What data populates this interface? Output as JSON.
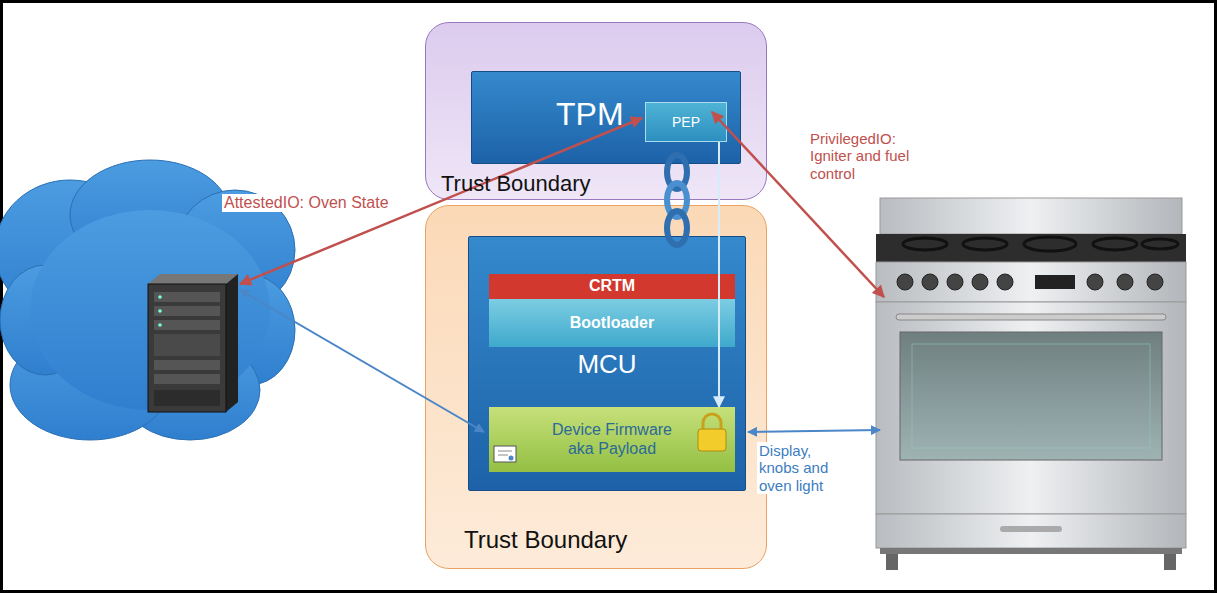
{
  "diagram": {
    "nodes": [
      {
        "text": [
          "Trust Boundary"
        ]
      },
      {
        "text": [
          "TPM"
        ],
        "in": 0
      },
      {
        "text": [
          "PEP"
        ],
        "in": 1
      },
      {
        "text": [
          "Trust Boundary"
        ]
      },
      {
        "text": [
          "MCU"
        ],
        "in": 3
      },
      {
        "text": [
          "CRTM"
        ],
        "in": 4
      },
      {
        "text": [
          "Bootloader"
        ],
        "in": 4
      },
      {
        "text": [
          "Device Firmware aka Payload"
        ],
        "in": 4
      }
    ],
    "edges": [
      {
        "from": 2,
        "to": 7,
        "arrow": "to"
      }
    ],
    "labels": [
      "AttestedIO: Oven State",
      "PrivilegedIO: Igniter and fuel control",
      "Display, knobs and oven light"
    ]
  }
}
